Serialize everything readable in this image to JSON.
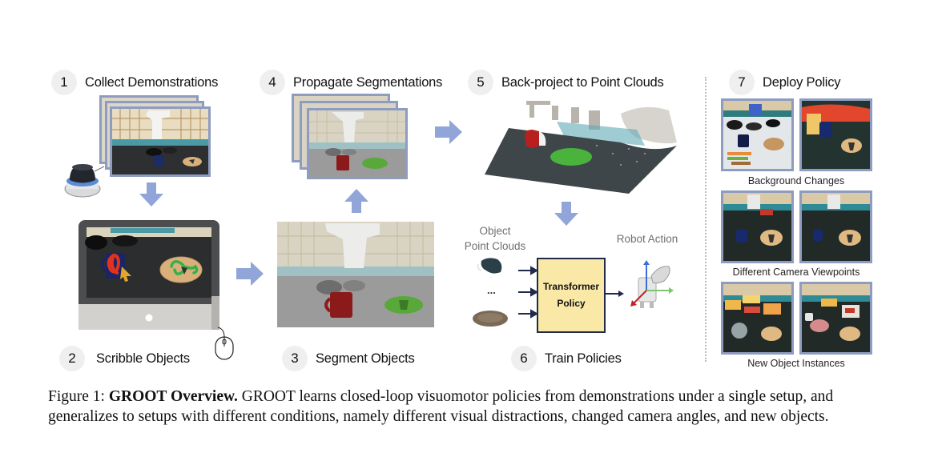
{
  "figure": {
    "steps": [
      {
        "number": "1",
        "label": "Collect Demonstrations"
      },
      {
        "number": "2",
        "label": "Scribble Objects"
      },
      {
        "number": "3",
        "label": "Segment Objects"
      },
      {
        "number": "4",
        "label": "Propagate Segmentations"
      },
      {
        "number": "5",
        "label": "Back-project to Point Clouds"
      },
      {
        "number": "6",
        "label": "Train Policies"
      },
      {
        "number": "7",
        "label": "Deploy Policy"
      }
    ],
    "train_policies": {
      "input_label_line1": "Object",
      "input_label_line2": "Point Clouds",
      "ellipsis": "...",
      "model_line1": "Transformer",
      "model_line2": "Policy",
      "output_label": "Robot Action"
    },
    "deploy_groups": [
      {
        "caption": "Background Changes"
      },
      {
        "caption": "Different Camera Viewpoints"
      },
      {
        "caption": "New Object Instances"
      }
    ],
    "colors": {
      "arrow": "#91a5d8",
      "frame_border": "#8e9cc0",
      "badge_bg": "#efefef",
      "policy_box": "#fae9a6",
      "policy_border": "#1f2a4d",
      "scribble_red": "#e0331f",
      "scribble_green": "#35b04a"
    }
  },
  "caption": {
    "prefix": "Figure 1: ",
    "bold": "GROOT Overview.",
    "text": " GROOT learns closed-loop visuomotor policies from demonstrations under a single setup, and generalizes to setups with different conditions, namely different visual distractions, changed camera angles, and new objects."
  }
}
